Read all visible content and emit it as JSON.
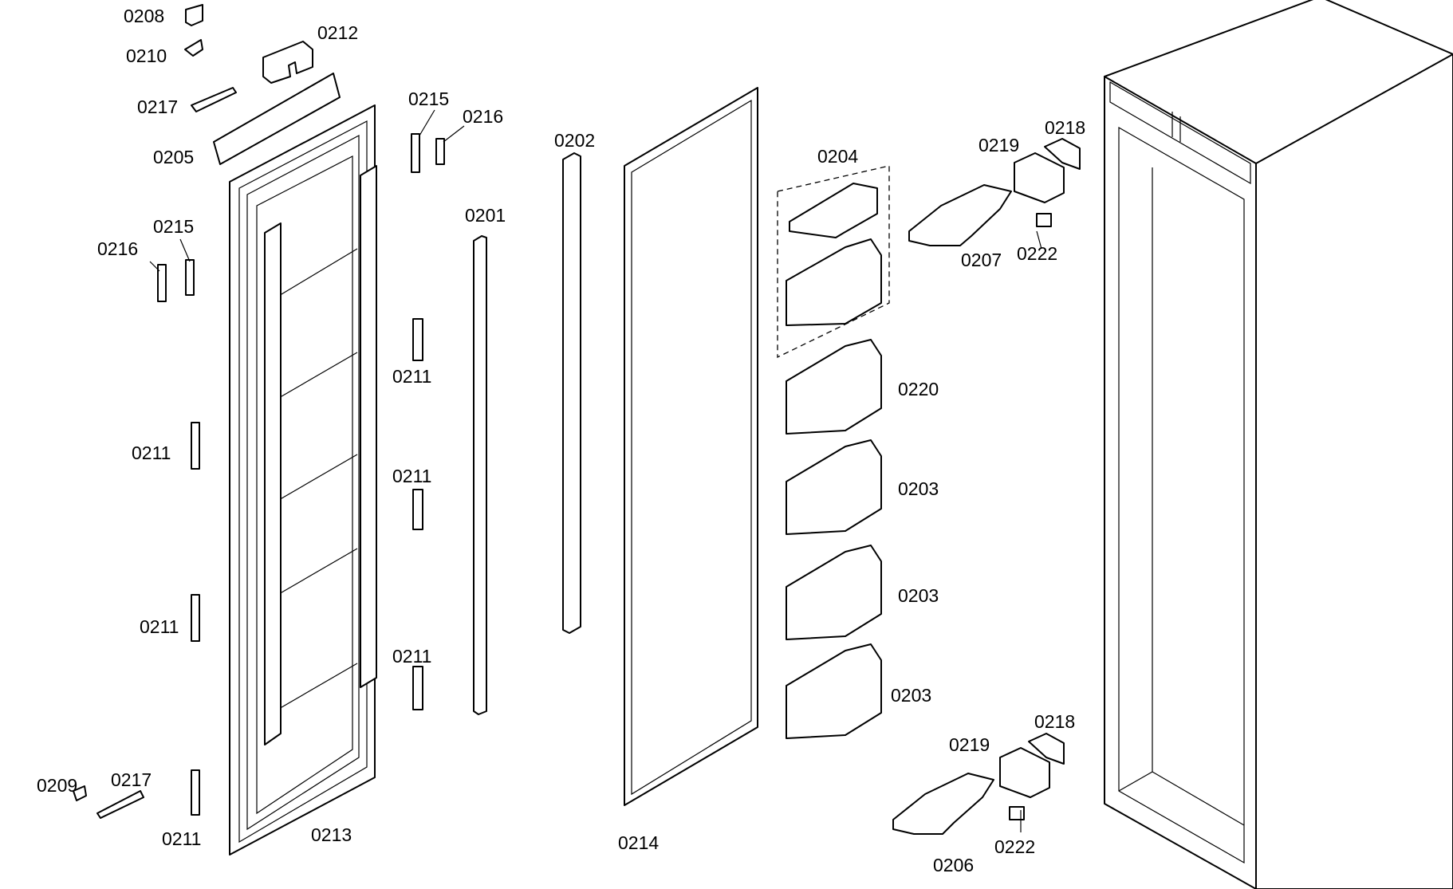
{
  "parts": {
    "p0201": "0201",
    "p0202": "0202",
    "p0203": "0203",
    "p0204": "0204",
    "p0205": "0205",
    "p0206": "0206",
    "p0207": "0207",
    "p0208": "0208",
    "p0209": "0209",
    "p0210": "0210",
    "p0211": "0211",
    "p0212": "0212",
    "p0213": "0213",
    "p0214": "0214",
    "p0215": "0215",
    "p0216": "0216",
    "p0217": "0217",
    "p0218": "0218",
    "p0219": "0219",
    "p0220": "0220",
    "p0222": "0222"
  }
}
